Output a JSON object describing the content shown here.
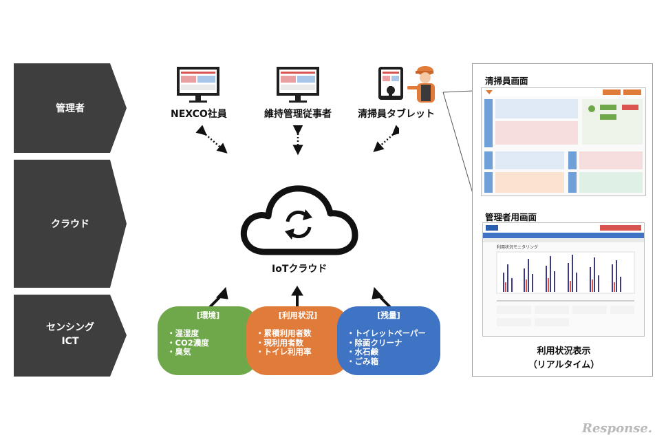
{
  "rows": [
    {
      "label": "管理者"
    },
    {
      "label": "クラウド"
    },
    {
      "label_line1": "センシング",
      "label_line2": "ICT"
    }
  ],
  "devices": [
    {
      "label": "NEXCO社員",
      "icon": "monitor-icon"
    },
    {
      "label": "維持管理従事者",
      "icon": "monitor-icon"
    },
    {
      "label": "清掃員タブレット",
      "icon": "tablet-worker-icon"
    }
  ],
  "cloud": {
    "label": "IoTクラウド",
    "icon": "cloud-sync-icon"
  },
  "bubbles": [
    {
      "title": "[環境]",
      "color": "#6fa84a",
      "items": [
        "・温湿度",
        "・CO2濃度",
        "・臭気"
      ]
    },
    {
      "title": "[利用状況]",
      "color": "#e07b39",
      "items": [
        "・累積利用者数",
        "・現利用者数",
        "・トイレ利用率"
      ]
    },
    {
      "title": "[残量]",
      "color": "#3f74c4",
      "items": [
        "・トイレットペーパー",
        "・除菌クリーナ",
        "・水石鹸",
        "・ごみ箱"
      ]
    }
  ],
  "panel": {
    "screen1_title": "清掃員画面",
    "screen2_title": "管理者用画面",
    "screen2_header": "利用状況モニタリング",
    "caption_line1": "利用状況表示",
    "caption_line2": "（リアルタイム）"
  },
  "logo": "Response."
}
